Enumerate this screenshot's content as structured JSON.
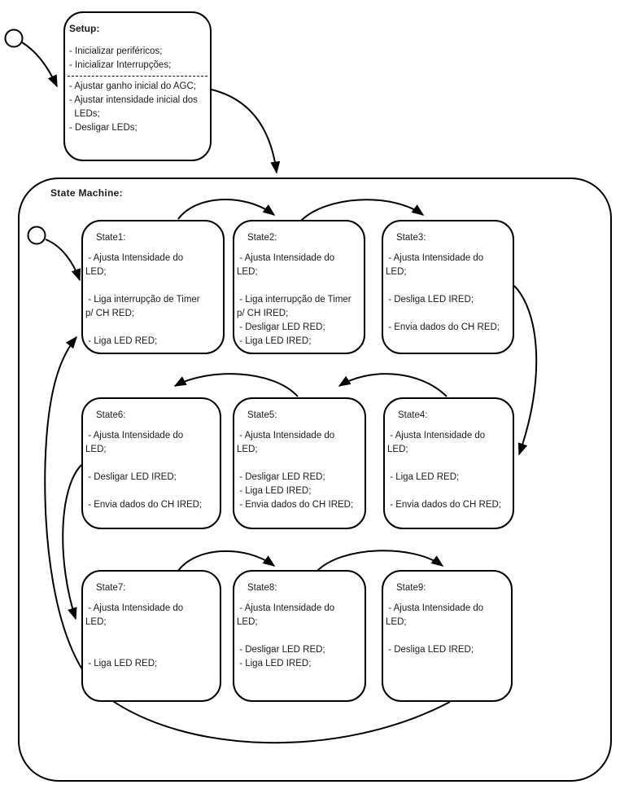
{
  "colors": {
    "stroke": "#000000",
    "text": "#1a1a1a",
    "background": "#ffffff"
  },
  "setup": {
    "title": "Setup:",
    "lines_top": [
      "- Inicializar periféricos;",
      "- Inicializar Interrupções;"
    ],
    "lines_bottom": [
      "- Ajustar ganho inicial do AGC;",
      "- Ajustar intensidade inicial dos",
      "  LEDs;",
      "- Desligar LEDs;"
    ]
  },
  "state_machine": {
    "label": "State Machine:",
    "states": [
      {
        "id": "state1",
        "title": "State1:",
        "body": [
          " - Ajusta Intensidade do",
          "LED;",
          "",
          " - Liga interrupção de Timer",
          "p/ CH RED;",
          "",
          " - Liga LED RED;"
        ]
      },
      {
        "id": "state2",
        "title": "State2:",
        "body": [
          " - Ajusta Intensidade do",
          "LED;",
          "",
          " - Liga interrupção de Timer",
          "p/ CH IRED;",
          " - Desligar LED RED;",
          " - Liga LED IRED;"
        ]
      },
      {
        "id": "state3",
        "title": "State3:",
        "body": [
          " - Ajusta Intensidade do",
          "LED;",
          "",
          " - Desliga LED IRED;",
          "",
          " - Envia dados do CH RED;"
        ]
      },
      {
        "id": "state6",
        "title": "State6:",
        "body": [
          " - Ajusta Intensidade do",
          "LED;",
          "",
          " - Desligar LED IRED;",
          "",
          " - Envia dados do CH IRED;"
        ]
      },
      {
        "id": "state5",
        "title": "State5:",
        "body": [
          " - Ajusta Intensidade do",
          "LED;",
          "",
          " - Desligar LED RED;",
          " - Liga LED IRED;",
          " - Envia dados do CH IRED;"
        ]
      },
      {
        "id": "state4",
        "title": "State4:",
        "body": [
          " - Ajusta Intensidade do",
          "LED;",
          "",
          " - Liga LED RED;",
          "",
          " - Envia dados do CH RED;"
        ]
      },
      {
        "id": "state7",
        "title": "State7:",
        "body": [
          " - Ajusta Intensidade do",
          "LED;",
          "",
          "",
          " - Liga LED RED;"
        ]
      },
      {
        "id": "state8",
        "title": "State8:",
        "body": [
          " - Ajusta Intensidade do",
          "LED;",
          "",
          " - Desligar LED RED;",
          " - Liga LED IRED;"
        ]
      },
      {
        "id": "state9",
        "title": "State9:",
        "body": [
          " - Ajusta Intensidade do",
          "LED;",
          "",
          " - Desliga LED IRED;"
        ]
      }
    ]
  },
  "edges": [
    {
      "from": "start",
      "to": "setup"
    },
    {
      "from": "setup",
      "to": "state-machine"
    },
    {
      "from": "sm-start",
      "to": "state1"
    },
    {
      "from": "state1",
      "to": "state2"
    },
    {
      "from": "state2",
      "to": "state3"
    },
    {
      "from": "state3",
      "to": "state4"
    },
    {
      "from": "state4",
      "to": "state5"
    },
    {
      "from": "state5",
      "to": "state6"
    },
    {
      "from": "state6",
      "to": "state7"
    },
    {
      "from": "state7",
      "to": "state8"
    },
    {
      "from": "state8",
      "to": "state9"
    },
    {
      "from": "state9",
      "to": "state1"
    }
  ]
}
